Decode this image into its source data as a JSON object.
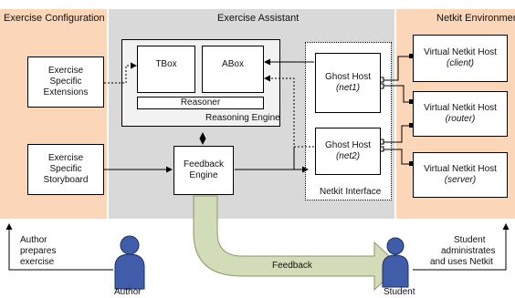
{
  "colors": {
    "side_panel": "#fbd6b8",
    "center_panel": "#d9d9d9",
    "feedback_arrow": "#d3dcb8",
    "feedback_arrow_stroke": "#8a9666",
    "person_fill": "#3f5da8"
  },
  "panels": {
    "left_title": "Exercise Configuration",
    "center_title": "Exercise Assistant",
    "right_title": "Netkit Environmen"
  },
  "config": {
    "extensions": [
      "Exercise",
      "Specific",
      "Extensions"
    ],
    "storyboard": [
      "Exercise",
      "Specific",
      "Storyboard"
    ]
  },
  "reasoning_engine": {
    "title": "Reasoning Engine",
    "tbox": "TBox",
    "abox": "ABox",
    "reasoner": "Reasoner"
  },
  "feedback_engine": [
    "Feedback",
    "Engine"
  ],
  "netkit_interface": {
    "title": "Netkit Interface",
    "ghost1": {
      "name": "Ghost Host",
      "id": "(net1)"
    },
    "ghost2": {
      "name": "Ghost Host",
      "id": "(net2)"
    }
  },
  "hosts": [
    {
      "name": "Virtual Netkit Host",
      "role": "(client)"
    },
    {
      "name": "Virtual Netkit Host",
      "role": "(router)"
    },
    {
      "name": "Virtual Netkit Host",
      "role": "(server)"
    }
  ],
  "bottom": {
    "author_note": [
      "Author",
      "prepares",
      "exercise"
    ],
    "author_label": "Author",
    "feedback_label": "Feedback",
    "student_note": [
      "Student",
      "administrates",
      "and uses Netkit"
    ],
    "student_label": "Student"
  },
  "icons": {
    "author": "person-icon",
    "student": "person-icon"
  }
}
